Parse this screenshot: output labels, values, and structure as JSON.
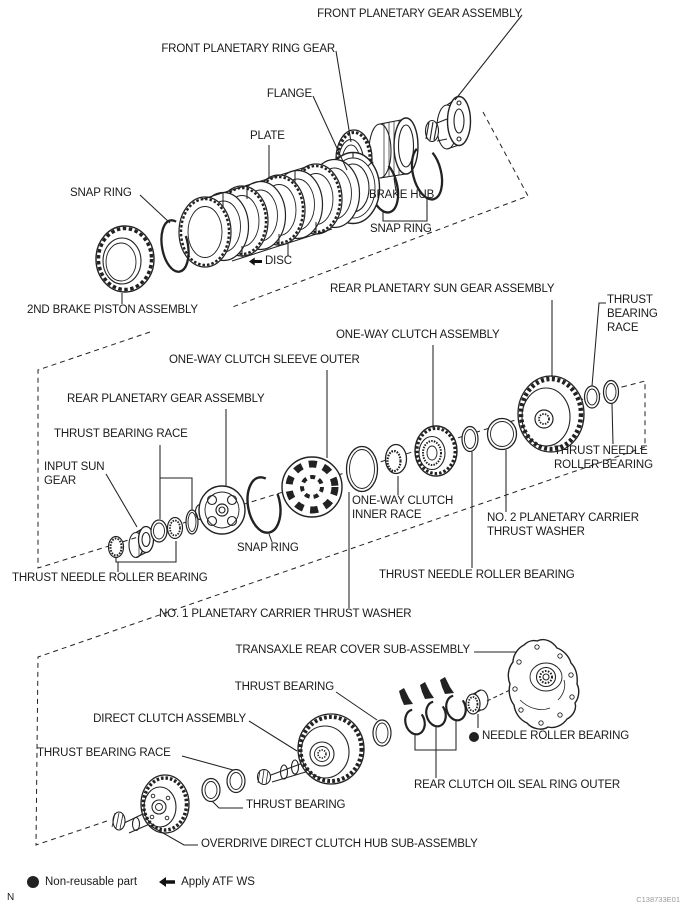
{
  "figure": {
    "code": "C138733E01",
    "page_marker": "N"
  },
  "colors": {
    "line": "#222222",
    "text": "#1a1a1a",
    "bg": "#ffffff",
    "code_text": "#999999"
  },
  "legend": {
    "non_reusable": "Non-reusable part",
    "apply_atf": "Apply ATF WS"
  },
  "labels": {
    "front_planetary_gear_assembly": "FRONT PLANETARY GEAR ASSEMBLY",
    "front_planetary_ring_gear": "FRONT PLANETARY RING GEAR",
    "flange": "FLANGE",
    "plate": "PLATE",
    "snap_ring_top_left": "SNAP RING",
    "brake_hub": "BRAKE HUB",
    "snap_ring_top_mid": "SNAP RING",
    "disc": "DISC",
    "second_brake_piston_assembly": "2ND BRAKE PISTON ASSEMBLY",
    "rear_planetary_sun_gear_assembly": "REAR PLANETARY SUN GEAR ASSEMBLY",
    "one_way_clutch_assembly": "ONE-WAY CLUTCH ASSEMBLY",
    "one_way_clutch_sleeve_outer": "ONE-WAY CLUTCH SLEEVE OUTER",
    "rear_planetary_gear_assembly": "REAR PLANETARY GEAR ASSEMBLY",
    "thrust_bearing_race_mid_left": "THRUST BEARING RACE",
    "input_sun_gear_line1": "INPUT SUN",
    "input_sun_gear_line2": "GEAR",
    "thrust_bearing_race_right_line1": "THRUST",
    "thrust_bearing_race_right_line2": "BEARING",
    "thrust_bearing_race_right_line3": "RACE",
    "snap_ring_mid": "SNAP RING",
    "one_way_clutch_inner_race_line1": "ONE-WAY CLUTCH",
    "one_way_clutch_inner_race_line2": "INNER RACE",
    "no2_planetary_carrier_thrust_washer_line1": "NO. 2 PLANETARY CARRIER",
    "no2_planetary_carrier_thrust_washer_line2": "THRUST WASHER",
    "thrust_needle_roller_bearing_right_line1": "THRUST NEEDLE",
    "thrust_needle_roller_bearing_right_line2": "ROLLER BEARING",
    "thrust_needle_roller_bearing_mid": "THRUST NEEDLE ROLLER BEARING",
    "thrust_needle_roller_bearing_left": "THRUST NEEDLE ROLLER BEARING",
    "no1_planetary_carrier_thrust_washer": "NO. 1 PLANETARY CARRIER THRUST WASHER",
    "transaxle_rear_cover_sub_assembly": "TRANSAXLE REAR COVER SUB-ASSEMBLY",
    "thrust_bearing_top": "THRUST BEARING",
    "direct_clutch_assembly": "DIRECT CLUTCH ASSEMBLY",
    "thrust_bearing_race_bottom": "THRUST BEARING RACE",
    "needle_roller_bearing": "NEEDLE ROLLER BEARING",
    "rear_clutch_oil_seal_ring_outer": "REAR CLUTCH OIL SEAL RING OUTER",
    "thrust_bearing_bottom": "THRUST BEARING",
    "overdrive_direct_clutch_hub_sub_assembly": "OVERDRIVE DIRECT CLUTCH HUB SUB-ASSEMBLY"
  }
}
